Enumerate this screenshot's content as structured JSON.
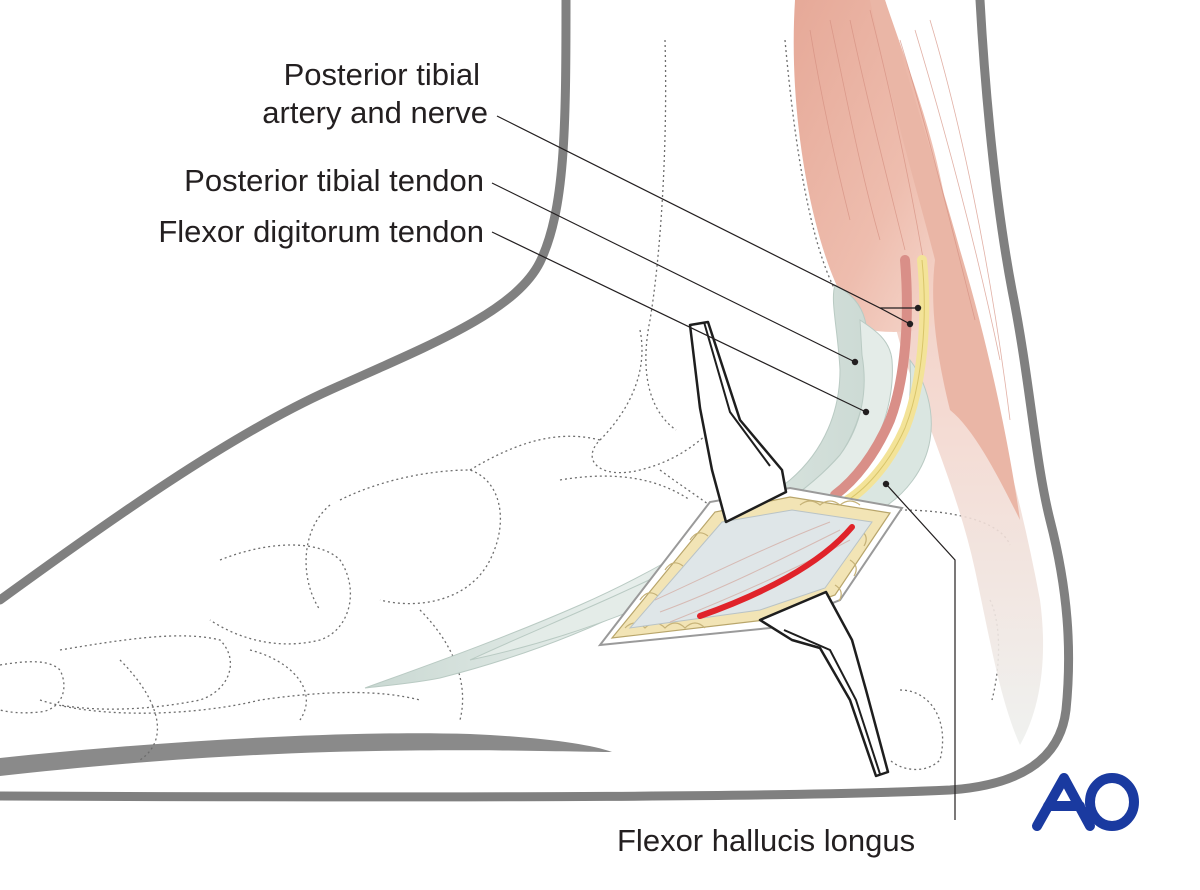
{
  "labels": {
    "posterior_tibial_artery_nerve_line1": "Posterior tibial",
    "posterior_tibial_artery_nerve_line2": "artery and nerve",
    "posterior_tibial_tendon": "Posterior tibial tendon",
    "flexor_digitorum_tendon": "Flexor digitorum tendon",
    "flexor_hallucis_longus": "Flexor hallucis longus"
  },
  "logo": {
    "text": "AO",
    "color": "#1a3aa0"
  },
  "colors": {
    "skin_outline": "#7b7b7b",
    "muscle": "#e8b0a2",
    "tendon": "#dfe8e4",
    "nerve": "#f5e59a",
    "artery": "#e3a099",
    "fat": "#f1e3b4",
    "incision": "#e0232a",
    "retractor": "#ffffff",
    "leader": "#231f20"
  }
}
